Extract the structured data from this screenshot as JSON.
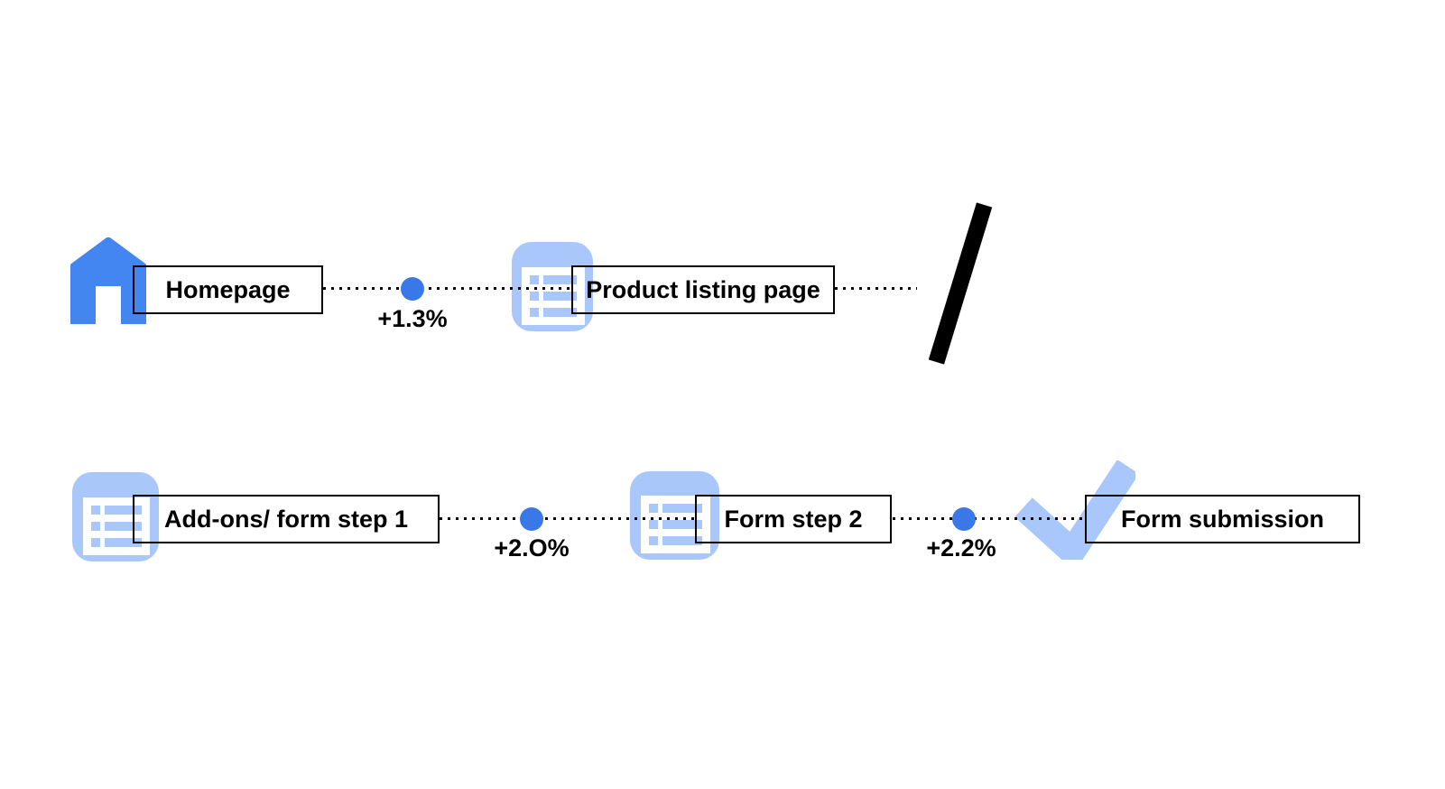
{
  "colors": {
    "primary_blue": "#4386F1",
    "dot_blue": "#3B78E7",
    "light_blue": "#A9C7FA",
    "box_border": "#000000"
  },
  "row1": {
    "step1": {
      "icon": "home-icon",
      "label": "Homepage"
    },
    "connector1": {
      "delta": "+1.3%"
    },
    "step2": {
      "icon": "list-icon",
      "label": "Product listing page"
    },
    "connector2": {
      "terminator": "break-slash"
    }
  },
  "row2": {
    "step1": {
      "icon": "list-icon",
      "label": "Add-ons/ form step 1"
    },
    "connector1": {
      "delta": "+2.O%"
    },
    "step2": {
      "icon": "list-icon",
      "label": "Form step 2"
    },
    "connector2": {
      "delta": "+2.2%"
    },
    "step3": {
      "icon": "check-icon",
      "label": "Form submission"
    }
  }
}
